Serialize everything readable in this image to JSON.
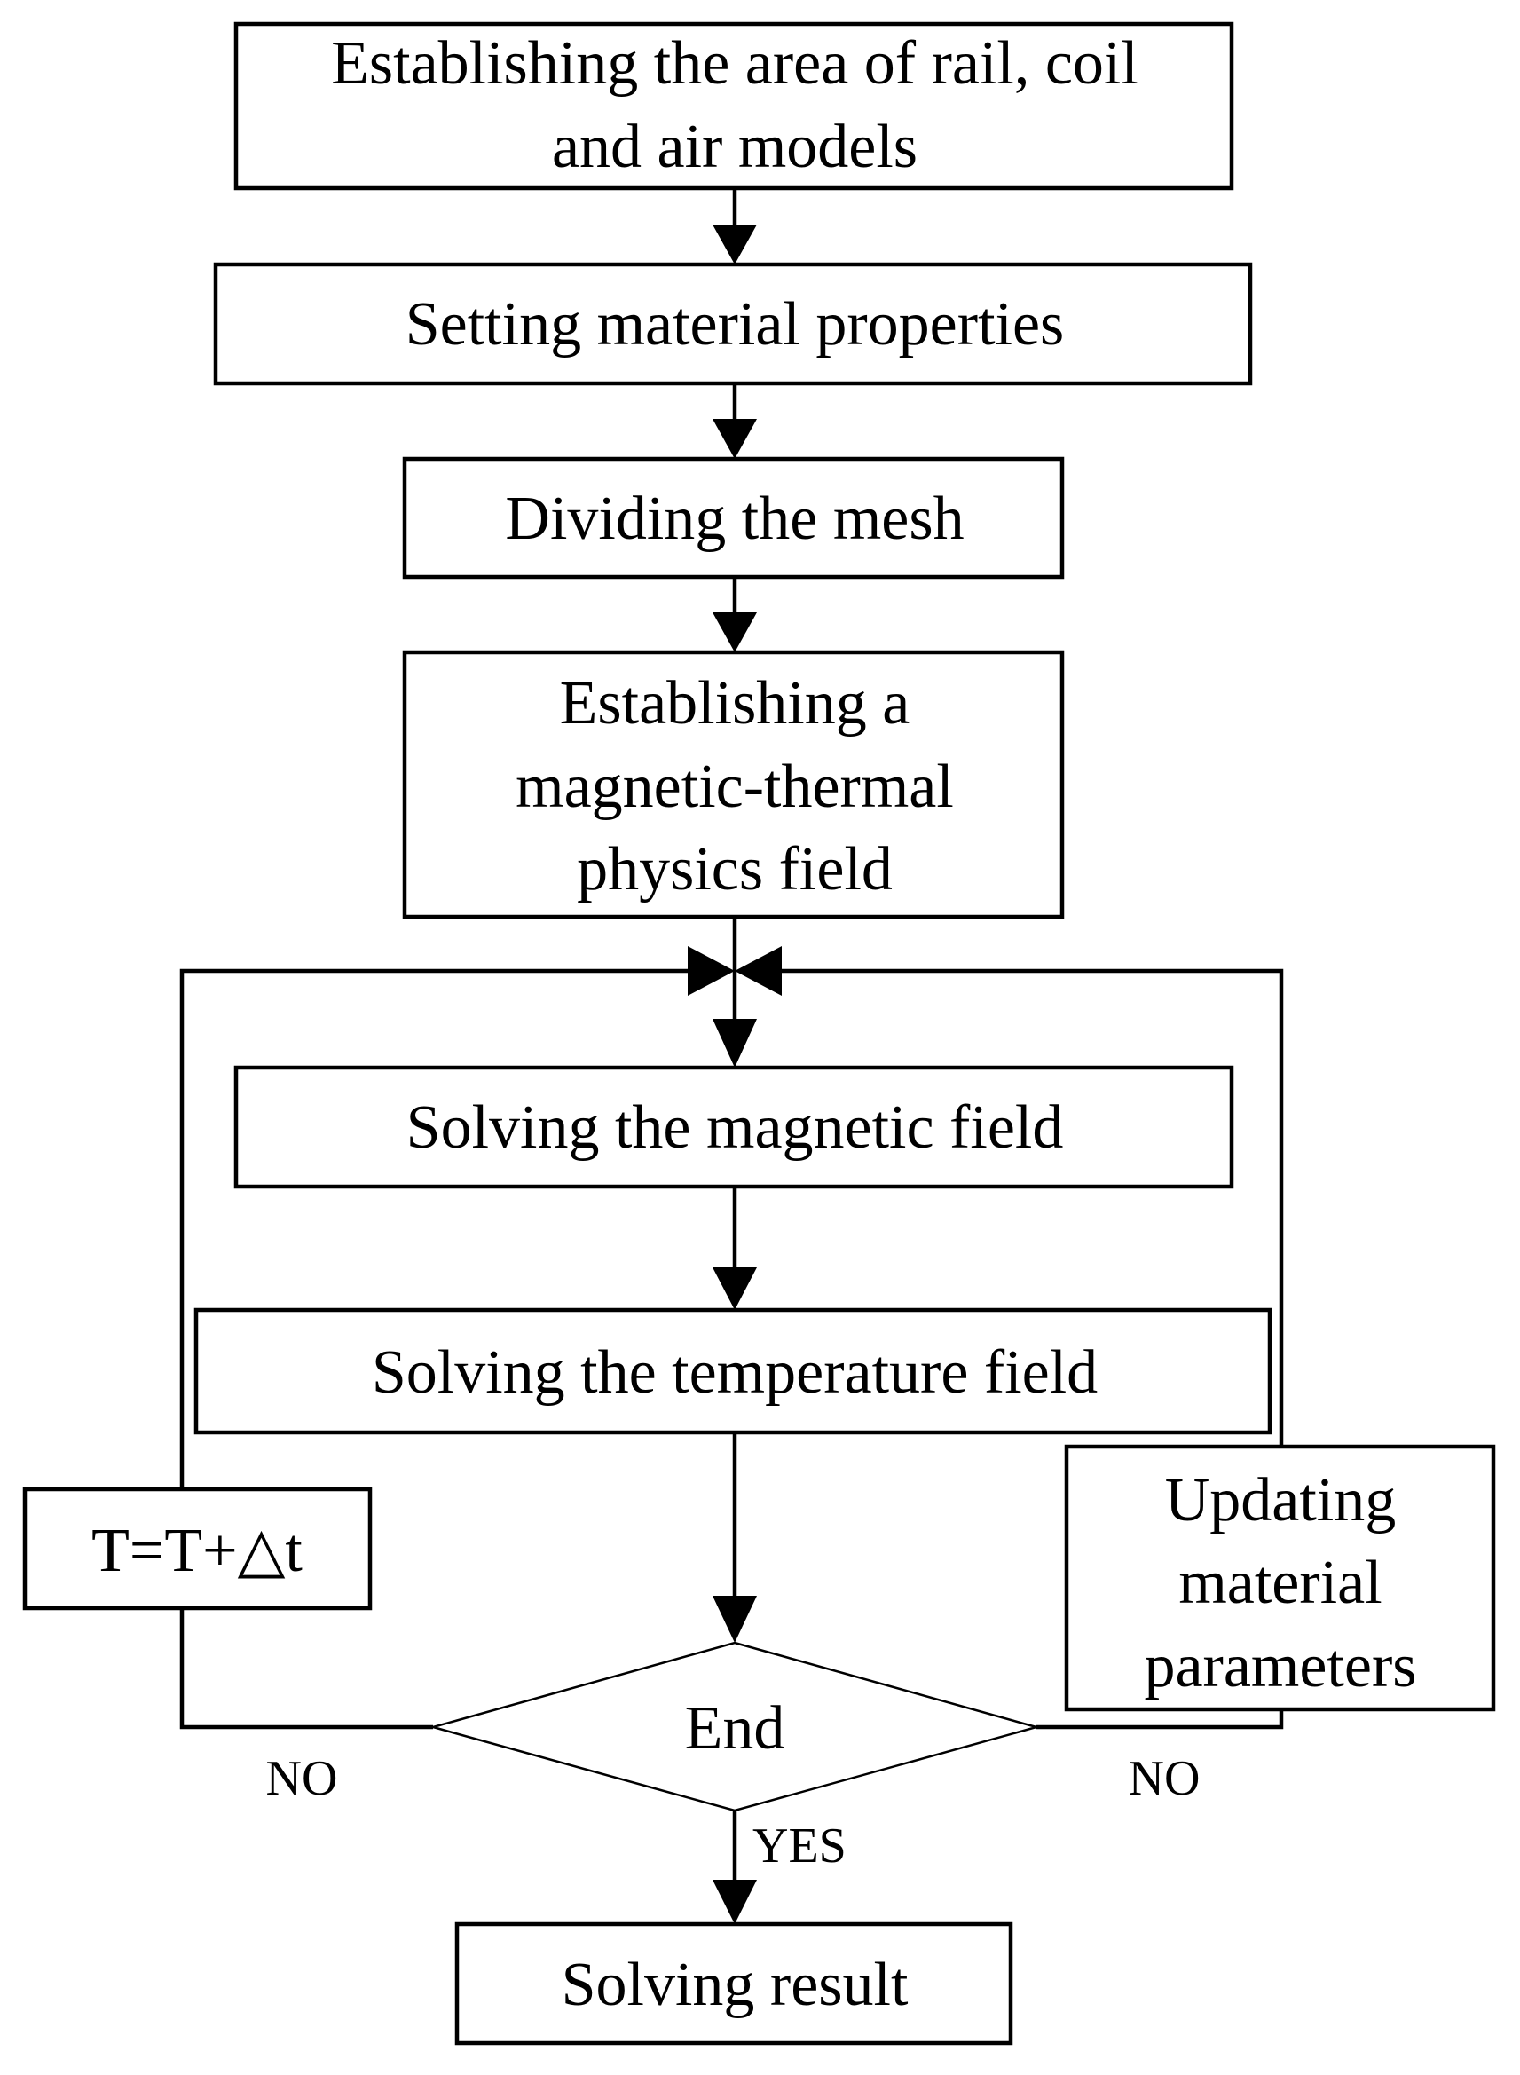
{
  "flowchart": {
    "step1": [
      "Establishing the area of rail, coil",
      "and air models"
    ],
    "step2": "Setting material properties",
    "step3": "Dividing the mesh",
    "step4": [
      "Establishing a",
      "magnetic-thermal",
      "physics field"
    ],
    "step5": "Solving the magnetic field",
    "step6": "Solving the temperature field",
    "decision": "End",
    "left_loop": "T=T+△t",
    "right_loop": [
      "Updating",
      "material",
      "parameters"
    ],
    "left_branch_label": "NO",
    "right_branch_label": "NO",
    "yes_label": "YES",
    "result": "Solving result"
  }
}
